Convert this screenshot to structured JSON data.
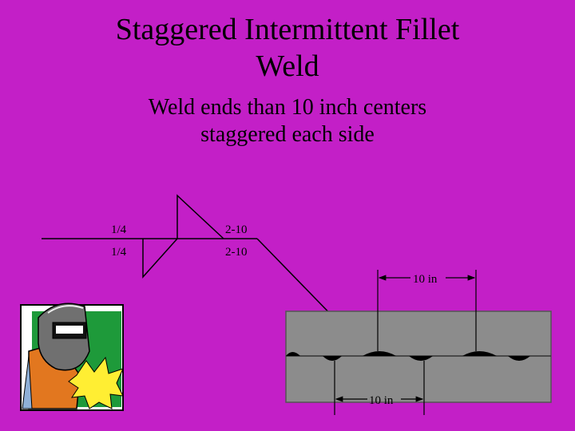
{
  "slide": {
    "title_line1": "Staggered Intermittent Fillet",
    "title_line2": "Weld",
    "subtitle_line1": "Weld ends than 10 inch centers",
    "subtitle_line2": "staggered each side"
  },
  "weld_symbol": {
    "arrow_side_size": "1/4",
    "other_side_size": "1/4",
    "arrow_side_length_pitch": "2-10",
    "other_side_length_pitch": "2-10"
  },
  "plate": {
    "top_dimension": "10 in",
    "bottom_dimension": "10 in"
  },
  "clipart": {
    "name": "welder-clipart",
    "colors": {
      "background": "#1e9a3a",
      "shirt": "#e2771f",
      "helmet": "#707070",
      "spark": "#ffee33"
    }
  },
  "colors": {
    "background": "#c31fc7",
    "plate": "#8c8c8c"
  }
}
